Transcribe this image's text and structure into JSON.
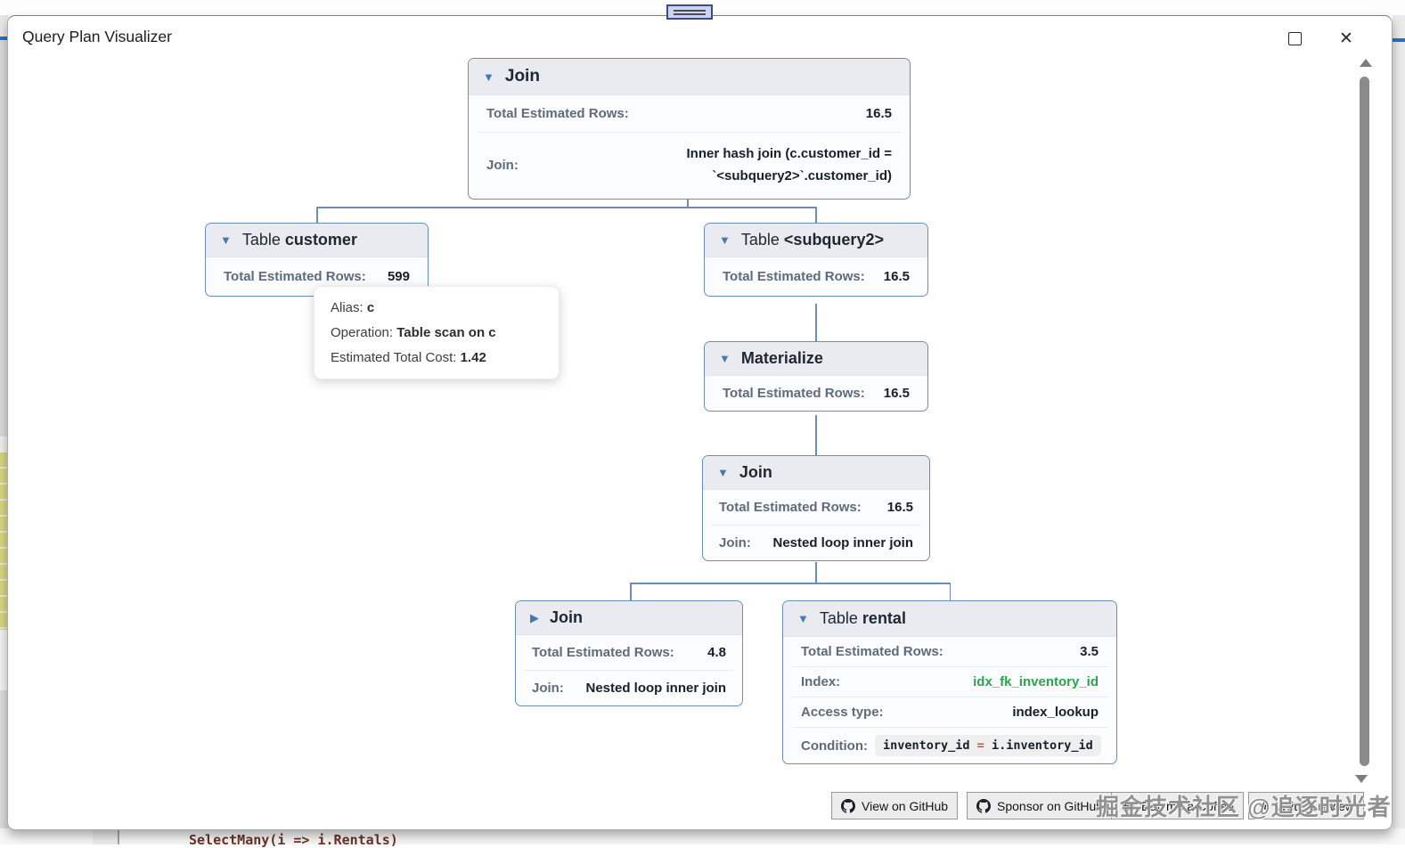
{
  "window": {
    "title": "Query Plan Visualizer",
    "close_glyph": "✕"
  },
  "colors": {
    "node_border": "#6a8fb5",
    "header_bg": "#e9ebf0",
    "index_green": "#2ba44e",
    "accent_blue_line": "#2b6fbe"
  },
  "nodes": {
    "join_top": {
      "title": "Join",
      "rows_label": "Total Estimated Rows:",
      "rows_value": "16.5",
      "join_label": "Join:",
      "join_value": "Inner hash join (c.customer_id = `<subquery2>`.customer_id)"
    },
    "table_customer": {
      "type": "Table",
      "name": "customer",
      "rows_label": "Total Estimated Rows:",
      "rows_value": "599"
    },
    "table_subquery2": {
      "type": "Table",
      "name": "<subquery2>",
      "rows_label": "Total Estimated Rows:",
      "rows_value": "16.5"
    },
    "materialize": {
      "title": "Materialize",
      "rows_label": "Total Estimated Rows:",
      "rows_value": "16.5"
    },
    "join_mid": {
      "title": "Join",
      "rows_label": "Total Estimated Rows:",
      "rows_value": "16.5",
      "join_label": "Join:",
      "join_value": "Nested loop inner join"
    },
    "join_bottom": {
      "title": "Join",
      "rows_label": "Total Estimated Rows:",
      "rows_value": "4.8",
      "join_label": "Join:",
      "join_value": "Nested loop inner join"
    },
    "table_rental": {
      "type": "Table",
      "name": "rental",
      "rows_label": "Total Estimated Rows:",
      "rows_value": "3.5",
      "index_label": "Index:",
      "index_value": "idx_fk_inventory_id",
      "access_label": "Access type:",
      "access_value": "index_lookup",
      "condition_label": "Condition:",
      "cond_left": "inventory_id",
      "cond_op": "=",
      "cond_right": "i.inventory_id"
    }
  },
  "tooltip": {
    "alias_label": "Alias:",
    "alias_value": "c",
    "operation_label": "Operation:",
    "operation_value": "Table scan on c",
    "cost_label": "Estimated Total Cost:",
    "cost_value": "1.42"
  },
  "footer": {
    "view_github": "View on GitHub",
    "sponsor_github": "Sponsor on GitHub",
    "buy_coffee": "Buy me a Coffee",
    "write_review": "Write a review",
    "review_star": "★"
  },
  "watermark": "掘金技术社区 @追逐时光者",
  "editor": {
    "code_line": "SelectMany(i => i.Rentals)"
  }
}
